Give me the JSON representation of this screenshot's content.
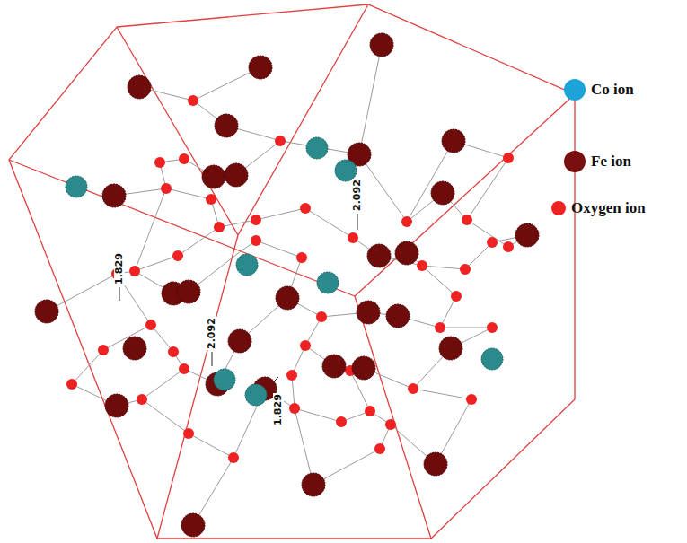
{
  "diagram": {
    "labels": [
      "1.829",
      "2.092",
      "2.092",
      "1.829"
    ],
    "legend": [
      {
        "text": "Co ion",
        "color": "#1ca3d8"
      },
      {
        "text": "Fe ion",
        "color": "#7a0f10"
      },
      {
        "text": "Oxygen ion",
        "color": "#ee2222"
      }
    ]
  }
}
